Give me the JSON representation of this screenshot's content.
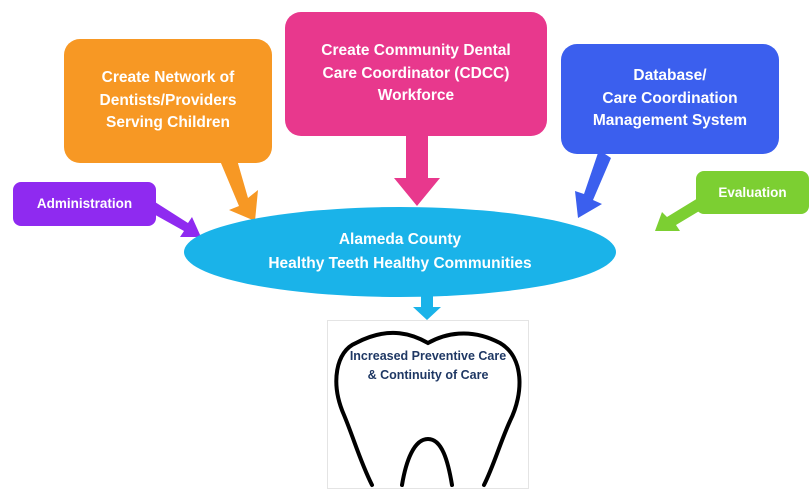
{
  "colors": {
    "orange": "#f79824",
    "magenta": "#e8388d",
    "blue": "#3b5fee",
    "purple": "#8f2af0",
    "green": "#7ccf32",
    "cyan": "#1ab3e9",
    "navy_text": "#1f3864"
  },
  "nodes": {
    "network": {
      "lines": [
        "Create Network of",
        "Dentists/Providers",
        "Serving Children"
      ]
    },
    "cdcc": {
      "lines": [
        "Create Community Dental",
        "Care Coordinator (CDCC)",
        "Workforce"
      ]
    },
    "database": {
      "lines": [
        "Database/",
        "Care Coordination",
        "Management System"
      ]
    },
    "administration": {
      "label": "Administration"
    },
    "evaluation": {
      "label": "Evaluation"
    },
    "center": {
      "lines": [
        "Alameda County",
        "Healthy Teeth Healthy Communities"
      ]
    },
    "outcome": {
      "lines": [
        "Increased Preventive Care",
        "& Continuity of Care"
      ]
    }
  }
}
